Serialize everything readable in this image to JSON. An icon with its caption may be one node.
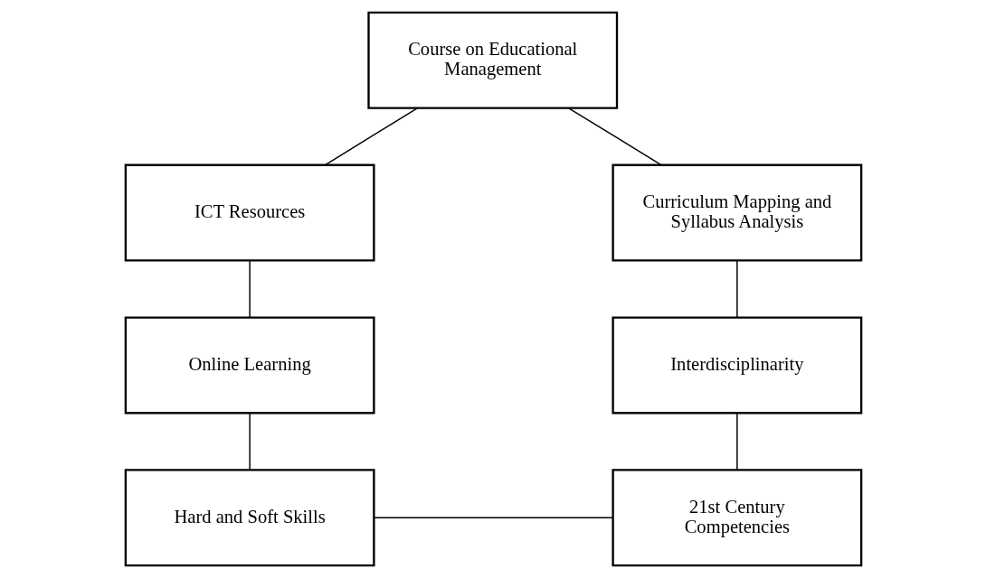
{
  "diagram": {
    "nodes": [
      {
        "text": [
          "Course on Educational Management"
        ]
      },
      {
        "text": [
          "ICT Resources"
        ]
      },
      {
        "text": [
          "Curriculum Mapping and Syllabus Analysis"
        ]
      },
      {
        "text": [
          "Online Learning"
        ]
      },
      {
        "text": [
          "Interdisciplinarity"
        ]
      },
      {
        "text": [
          "Hard and Soft Skills"
        ]
      },
      {
        "text": [
          "21st Century Competencies"
        ]
      }
    ],
    "edges": [
      {
        "from": 0,
        "to": 1,
        "arrow": "none"
      },
      {
        "from": 0,
        "to": 2,
        "arrow": "none"
      },
      {
        "from": 1,
        "to": 3,
        "arrow": "none"
      },
      {
        "from": 2,
        "to": 4,
        "arrow": "none"
      },
      {
        "from": 3,
        "to": 5,
        "arrow": "none"
      },
      {
        "from": 4,
        "to": 6,
        "arrow": "none"
      },
      {
        "from": 5,
        "to": 6,
        "arrow": "none"
      }
    ]
  }
}
